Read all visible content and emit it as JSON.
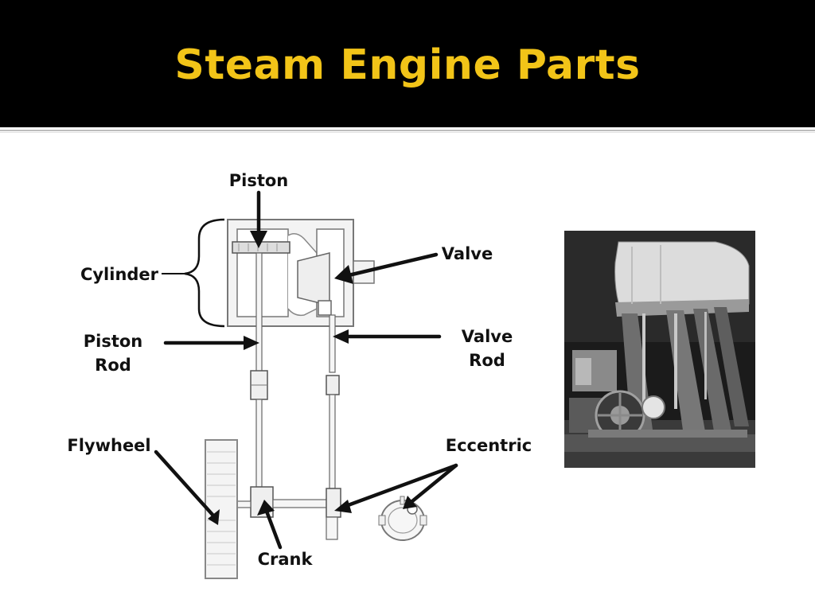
{
  "slide": {
    "title": "Steam Engine Parts"
  },
  "diagram": {
    "labels": {
      "piston": "Piston",
      "valve": "Valve",
      "cylinder": "Cylinder",
      "piston_rod": "Piston\nRod",
      "valve_rod": "Valve\nRod",
      "flywheel": "Flywheel",
      "eccentric": "Eccentric",
      "crank": "Crank"
    }
  },
  "colors": {
    "header_bg": "#000000",
    "title": "#f2c418",
    "diagram_line": "#111111"
  }
}
